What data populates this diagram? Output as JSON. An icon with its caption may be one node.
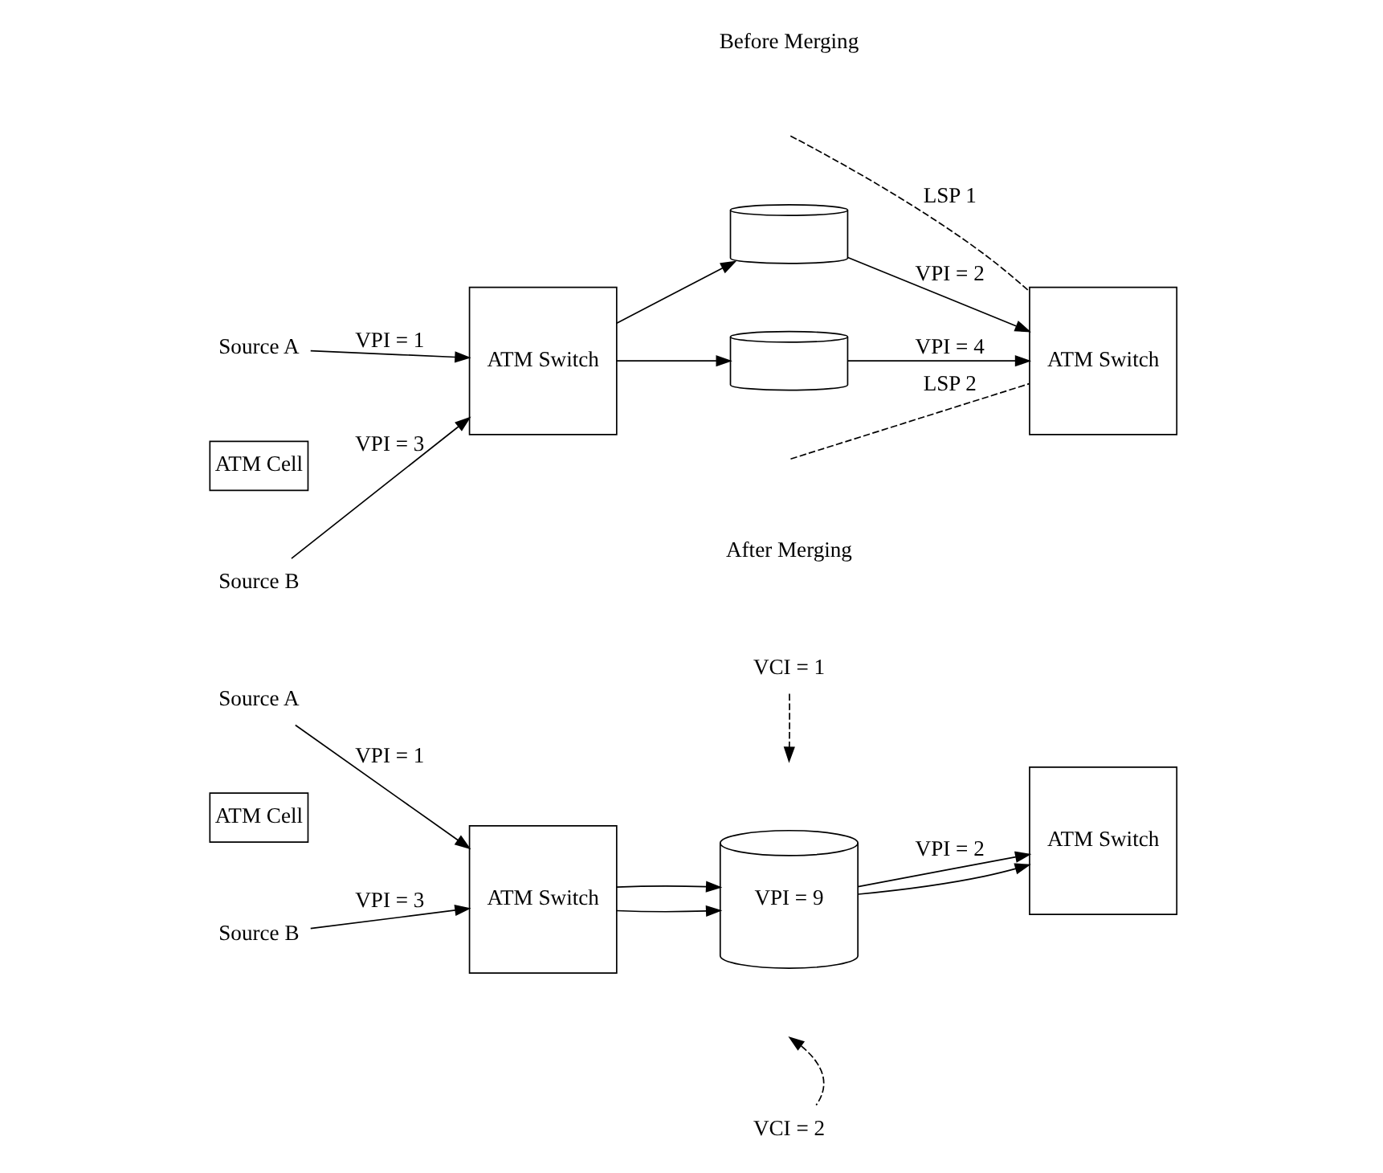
{
  "diagram": {
    "nodes": [
      {
        "text": [
          "Source A"
        ]
      },
      {
        "text": [
          "ATM Cell"
        ]
      },
      {
        "text": [
          "ATM Switch"
        ]
      },
      {
        "text": [],
        "shape": "cylinder"
      },
      {
        "text": [
          "ATM Switch"
        ]
      },
      {
        "text": [],
        "shape": "cylinder"
      },
      {
        "text": [
          "Source B"
        ]
      },
      {
        "text": [
          "Source A"
        ]
      },
      {
        "text": [
          "ATM Cell"
        ]
      },
      {
        "text": [
          "ATM Switch"
        ]
      },
      {
        "text": [
          "VCI = 1"
        ]
      },
      {
        "text": [
          "VPI = 9"
        ]
      },
      {
        "text": [
          "VCI = 2"
        ]
      },
      {
        "text": [
          "ATM Switch"
        ]
      },
      {
        "text": [
          "Source B"
        ]
      }
    ],
    "edges": [
      {
        "from": 0,
        "to": 2,
        "arrow": "to",
        "label": "VPI = 1"
      },
      {
        "from": 6,
        "to": 2,
        "arrow": "to",
        "label": "VPI = 3"
      },
      {
        "from": 2,
        "to": 3,
        "arrow": "to"
      },
      {
        "from": 3,
        "to": 4,
        "arrow": "to",
        "label": "VPI = 2"
      },
      {
        "from": 2,
        "to": 5,
        "arrow": "to"
      },
      {
        "from": 5,
        "to": 4,
        "arrow": "to",
        "label": "VPI = 4"
      },
      {
        "from": null,
        "to": 4,
        "arrow": "none",
        "style": "dashed",
        "label": "LSP 1"
      },
      {
        "from": null,
        "to": 4,
        "arrow": "none",
        "style": "dashed",
        "label": "LSP 2"
      },
      {
        "from": 7,
        "to": 9,
        "arrow": "to",
        "label": "VPI = 1"
      },
      {
        "from": 14,
        "to": 9,
        "arrow": "to",
        "label": "VPI = 3"
      },
      {
        "from": 9,
        "to": 11,
        "arrow": "to"
      },
      {
        "from": 9,
        "to": 11,
        "arrow": "to"
      },
      {
        "from": 10,
        "to": null,
        "arrow": "to",
        "style": "dashed"
      },
      {
        "from": 12,
        "to": null,
        "arrow": "to",
        "style": "dashed"
      },
      {
        "from": 11,
        "to": 13,
        "arrow": "to",
        "label": "VPI = 2"
      },
      {
        "from": 11,
        "to": 13,
        "arrow": "to"
      }
    ],
    "labels": [
      "Before Merging",
      "After Merging"
    ]
  }
}
